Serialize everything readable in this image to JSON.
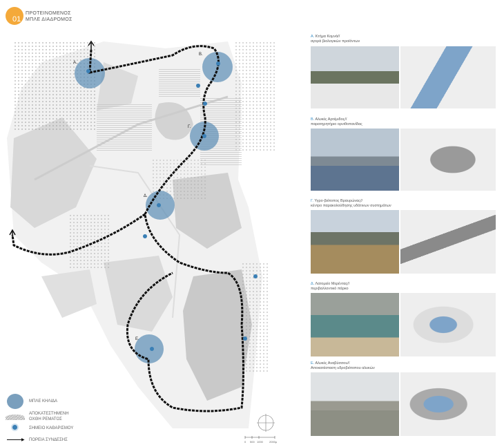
{
  "header": {
    "number": "01",
    "title_line1": "ΠΡΟΤΕΙΝΟΜΕΝΟΣ",
    "title_line2": "ΜΠΛΕ ΔΙΑΔΡΟΜΟΣ",
    "accent": "#f4a93a"
  },
  "map": {
    "stations": [
      {
        "label": "Α."
      },
      {
        "label": "Β."
      },
      {
        "label": "Γ."
      },
      {
        "label": "Δ."
      },
      {
        "label": "Ε."
      }
    ],
    "scale": [
      "0",
      "500",
      "1000",
      "2000μ"
    ],
    "blue": "#5b8db5"
  },
  "legend": [
    {
      "label": "ΜΠΛΕ ΚΗΛΙΔΑ"
    },
    {
      "label": "ΑΠΟΚΑΤΕΣΤΗΜΕΝΗ",
      "label2": "ΟΧΘΗ ΡΕΜΑΤΟΣ"
    },
    {
      "label": "ΣΗΜΕΙΟ ΚΑΘΑΡΙΣΜΟΥ"
    },
    {
      "label": "ΠΟΡΕΙΑ ΣΥΝΔΕΣΗΣ"
    }
  ],
  "panels": [
    {
      "letter": "Α.",
      "title": "Κτήμα Κομνά//",
      "subtitle": "αγορά βιολογικών προϊόντων"
    },
    {
      "letter": "Β.",
      "title": "Αλυκές Αρτέμιδος//",
      "subtitle": "παρατηρητήριο ορνιθοπανίδας"
    },
    {
      "letter": "Γ.",
      "title": "Υγρο-βιότοπος Βραυρώνας//",
      "subtitle": "κέντρο παρακολούθησης υδάτινων συστημάτων"
    },
    {
      "letter": "Δ.",
      "title": "Λατομείο Μερέντας//",
      "subtitle": "περιβαλλοντικό πάρκο"
    },
    {
      "letter": "Ε.",
      "title": "Αλυκές Αναβύσσου//",
      "subtitle": "Αποκατάσταση υδροβιότοπου αλυκών"
    }
  ]
}
